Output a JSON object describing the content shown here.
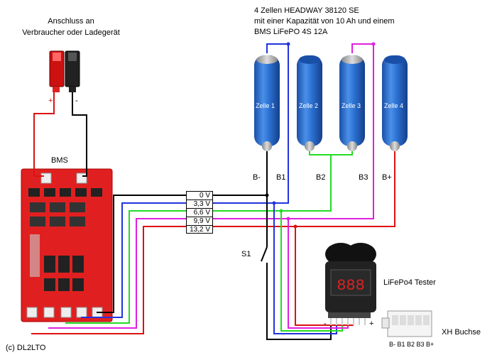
{
  "connector_title": [
    "Anschluss an",
    "Verbraucher oder Ladegerät"
  ],
  "pack_title": [
    "4 Zellen HEADWAY 38120 SE",
    "mit einer Kapazität von 10 Ah und einem",
    "BMS LiFePO 4S 12A"
  ],
  "bms_label": "BMS",
  "plus_sign": "+",
  "minus_sign": "-",
  "cells": [
    "Zelle 1",
    "Zelle 2",
    "Zelle 3",
    "Zelle 4"
  ],
  "balance_labels": [
    "B-",
    "B1",
    "B2",
    "B3",
    "B+"
  ],
  "voltages": [
    "0 V",
    "3,3 V",
    "6,6 V",
    "9,9 V",
    "13,2 V"
  ],
  "switch_label": "S1",
  "tester_label": "LiFePo4 Tester",
  "xh_label": "XH Buchse",
  "xh_pins": "B- B1 B2 B3 B+",
  "tester_minus": "-",
  "tester_plus": "+",
  "copyright": "(c) DL2LTO",
  "colors": {
    "black": "#000000",
    "blue": "#2233dd",
    "green": "#22dd22",
    "magenta": "#e020e0",
    "red": "#dd1111",
    "cell_blue": "#2a6fd0",
    "bms_red": "#e02020"
  }
}
